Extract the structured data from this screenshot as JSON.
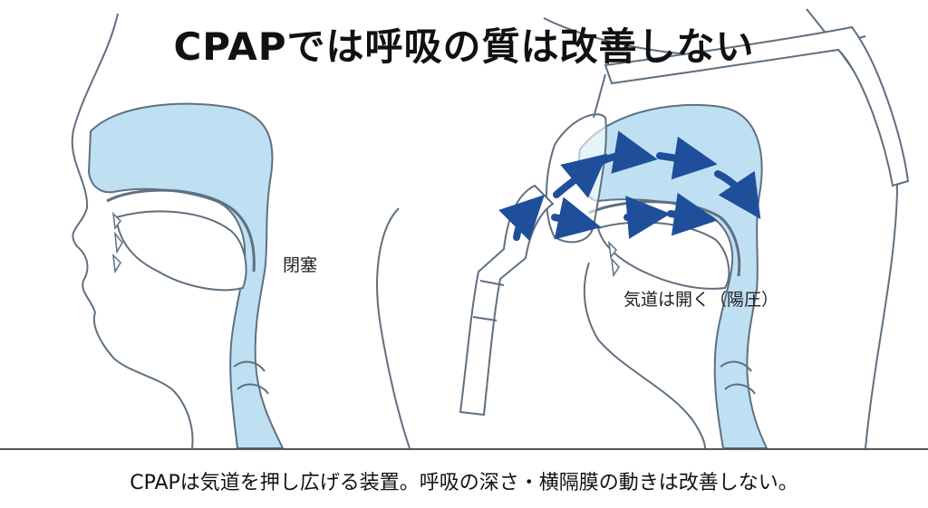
{
  "title": "CPAPでは呼吸の質は改善しない",
  "labels": {
    "left_occlusion": "閉塞",
    "right_airway": "気道は開く（陽圧）"
  },
  "caption": "CPAPは気道を押し広げる装置。呼吸の深さ・横隔膜の動きは改善しない。",
  "colors": {
    "airway_fill": "#bfe0f3",
    "outline": "#5f7080",
    "arrow": "#1f4f9a"
  },
  "icons": {
    "left_figure": "head-cross-section-icon",
    "right_figure": "head-cross-section-with-cpap-mask-icon"
  }
}
